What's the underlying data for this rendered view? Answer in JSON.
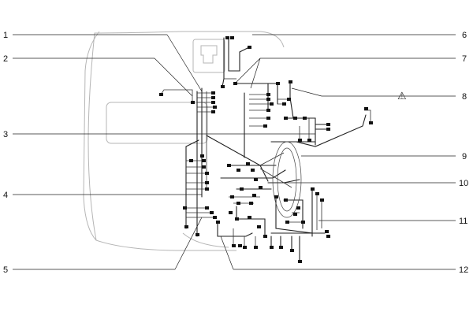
{
  "diagram": {
    "callouts": [
      {
        "id": "1",
        "label": "1"
      },
      {
        "id": "2",
        "label": "2"
      },
      {
        "id": "3",
        "label": "3"
      },
      {
        "id": "4",
        "label": "4"
      },
      {
        "id": "5",
        "label": "5"
      },
      {
        "id": "6",
        "label": "6"
      },
      {
        "id": "7",
        "label": "7"
      },
      {
        "id": "8",
        "label": "8"
      },
      {
        "id": "9",
        "label": "9"
      },
      {
        "id": "10",
        "label": "10"
      },
      {
        "id": "11",
        "label": "11"
      },
      {
        "id": "12",
        "label": "12"
      }
    ],
    "symbol_icon": "seat-belt-warning-icon",
    "colors": {
      "line": "#222222",
      "outline": "#b5b5b5",
      "background": "#ffffff"
    }
  }
}
